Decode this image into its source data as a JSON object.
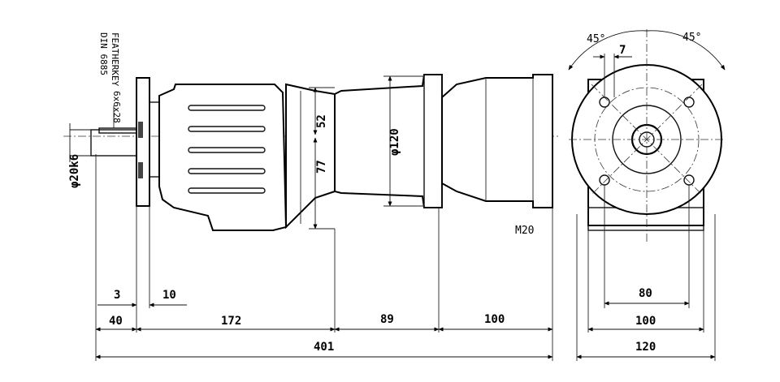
{
  "labels": {
    "feather_key_1": "FEATHERKEY",
    "feather_key_2": "DIN 6885",
    "feather_key_3": "6x6x28",
    "shaft_diameter": "φ20k6",
    "flange_diameter": "φ120",
    "dim_52": "52",
    "dim_77": "77",
    "thread": "M20",
    "dim_3": "3",
    "dim_10": "10",
    "dim_40": "40",
    "dim_172": "172",
    "dim_89": "89",
    "dim_100_side": "100",
    "dim_401": "401",
    "angle_left": "45°",
    "angle_right": "45°",
    "dim_7": "7",
    "dim_80": "80",
    "dim_100_front": "100",
    "dim_120": "120"
  }
}
